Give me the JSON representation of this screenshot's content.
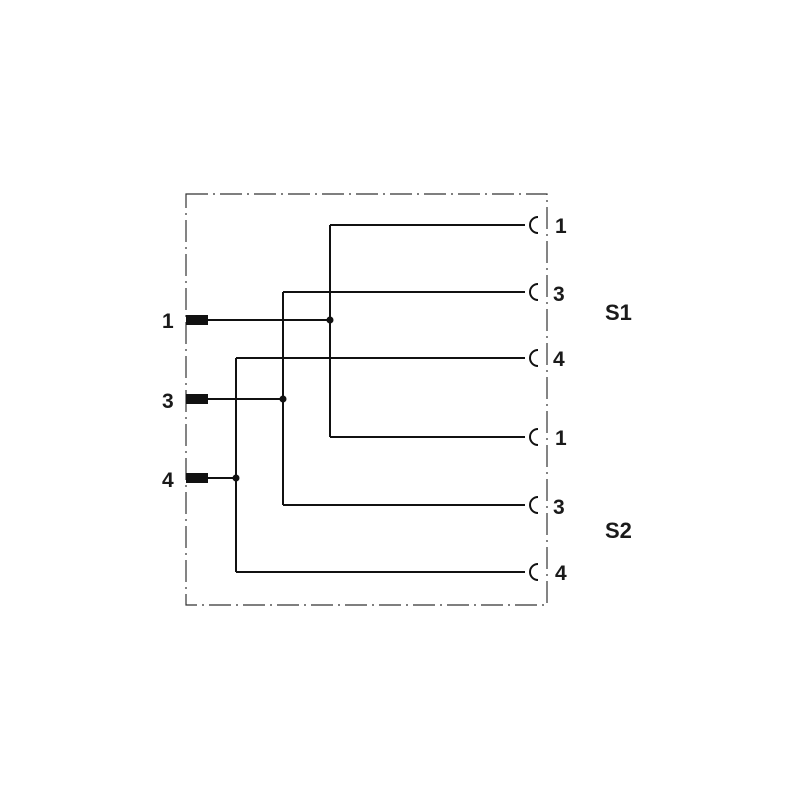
{
  "diagram": {
    "left_pins": [
      "1",
      "3",
      "4"
    ],
    "right_groups": [
      {
        "name": "S1",
        "pins": [
          "1",
          "3",
          "4"
        ]
      },
      {
        "name": "S2",
        "pins": [
          "1",
          "3",
          "4"
        ]
      }
    ]
  }
}
